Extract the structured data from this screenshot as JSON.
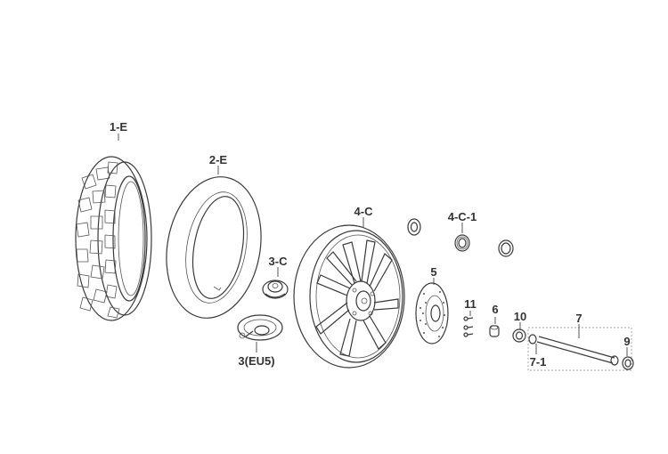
{
  "labels": {
    "tire": "1-E",
    "tube": "2-E",
    "speedo_gear": "3-C",
    "speedo_eu5": "3(EU5)",
    "wheel": "4-C",
    "bearing": "4-C-1",
    "disc": "5",
    "collar": "6",
    "axle": "7",
    "axle_sub": "7-1",
    "nut": "9",
    "spacer": "10",
    "bolts": "11"
  },
  "colors": {
    "line": "#3a3a3a",
    "text": "#333333",
    "background": "#ffffff"
  }
}
